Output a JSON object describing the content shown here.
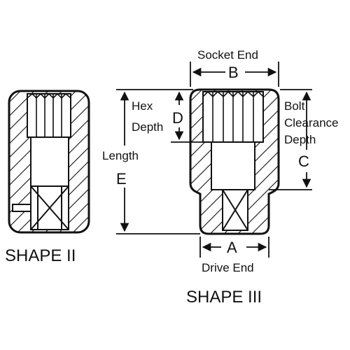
{
  "labels": {
    "socket_end": "Socket End",
    "b": "B",
    "hex_depth_1": "Hex",
    "hex_depth_2": "Depth",
    "d": "D",
    "bolt_1": "Bolt",
    "bolt_2": "Clearance",
    "bolt_3": "Depth",
    "c": "C",
    "length": "Length",
    "e": "E",
    "a": "A",
    "drive_end": "Drive End",
    "shape_ii": "SHAPE II",
    "shape_iii": "SHAPE III"
  },
  "colors": {
    "stroke": "#111111",
    "background": "#ffffff"
  }
}
